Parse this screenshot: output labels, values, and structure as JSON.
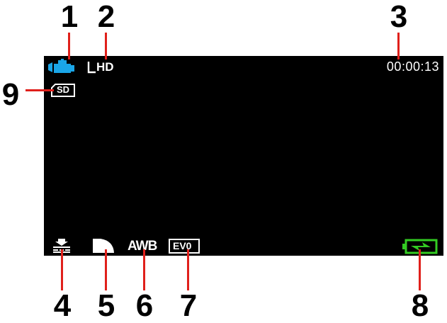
{
  "callouts": [
    "1",
    "2",
    "3",
    "4",
    "5",
    "6",
    "7",
    "8",
    "9"
  ],
  "osd": {
    "mode_icon": "video-camera-icon",
    "resolution_label": "HD",
    "timer": "00:00:13",
    "card_label": "SD",
    "metering_icon": "metering-icon",
    "quality_icon": "quality-icon",
    "white_balance_label": "AWB",
    "exposure_label": "EV0",
    "battery_icon": "battery-charging-icon"
  },
  "colors": {
    "leader": "#e0201b",
    "mode_icon": "#1aa6e8",
    "battery": "#33cc22",
    "screen": "#000000",
    "osd": "#ffffff"
  }
}
